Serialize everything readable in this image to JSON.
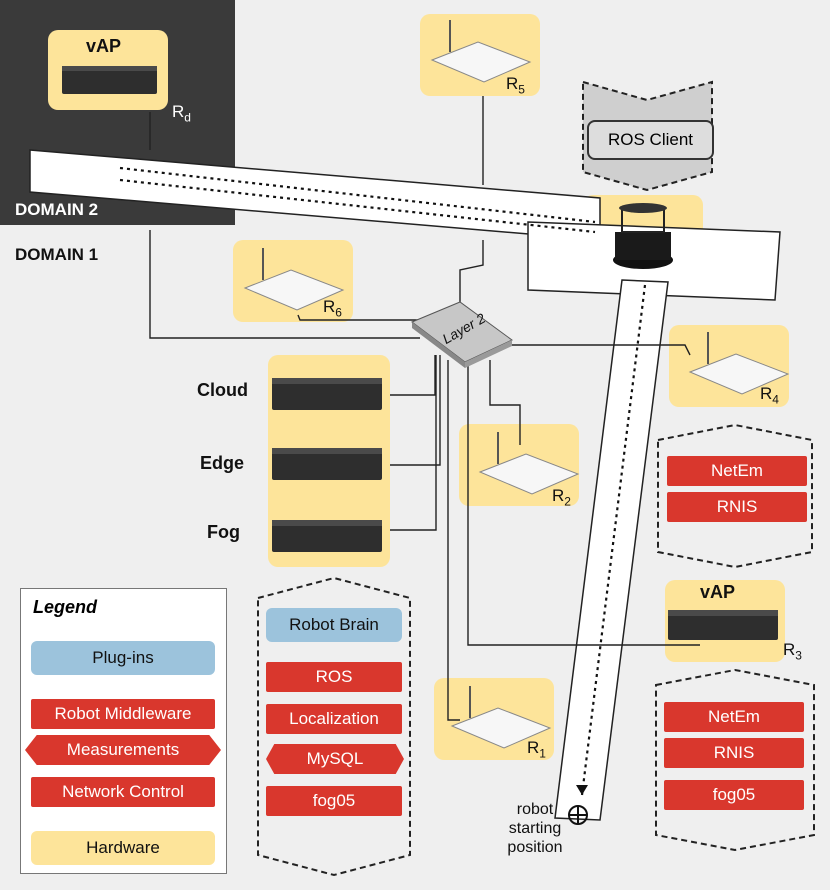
{
  "domain2": {
    "label": "DOMAIN 2",
    "vap_label": "vAP",
    "router": "R",
    "router_sub": "d"
  },
  "domain1": {
    "label": "DOMAIN 1"
  },
  "switch_label": "Layer 2",
  "ros_client": "ROS Client",
  "tiers": [
    "Cloud",
    "Edge",
    "Fog"
  ],
  "routers": {
    "r5": {
      "main": "R",
      "sub": "5"
    },
    "r6": {
      "main": "R",
      "sub": "6"
    },
    "r4": {
      "main": "R",
      "sub": "4"
    },
    "r2": {
      "main": "R",
      "sub": "2"
    },
    "r1": {
      "main": "R",
      "sub": "1"
    },
    "r3": {
      "main": "R",
      "sub": "3"
    }
  },
  "vap3_label": "vAP",
  "right_stack_top": [
    "NetEm",
    "RNIS"
  ],
  "right_stack_bottom": [
    "NetEm",
    "RNIS",
    "fog05"
  ],
  "center_stack": {
    "plugin": "Robot Brain",
    "items": [
      "ROS",
      "Localization",
      "MySQL",
      "fog05"
    ]
  },
  "legend": {
    "title": "Legend",
    "items": [
      "Plug-ins",
      "Robot Middleware",
      "Measurements",
      "Network Control",
      "Hardware"
    ]
  },
  "robot_start": [
    "robot",
    "starting",
    "position"
  ],
  "colors": {
    "hardware": "#fde49a",
    "middleware": "#d9372d",
    "plugin": "#9cc3dc",
    "domain2": "#3a3a3a"
  }
}
